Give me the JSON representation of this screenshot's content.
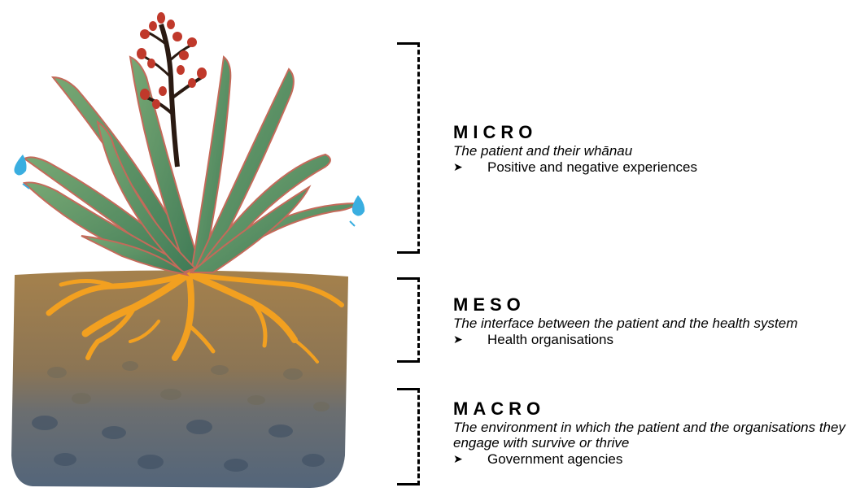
{
  "levels": [
    {
      "title": "MICRO",
      "description": "The patient and their whānau",
      "bullet": "Positive and negative experiences"
    },
    {
      "title": "MESO",
      "description": "The interface between the patient and the health system",
      "bullet": "Health organisations"
    },
    {
      "title": "MACRO",
      "description": "The environment in which the patient and the organisations they engage with survive or thrive",
      "bullet": "Government agencies"
    }
  ],
  "bullet_icon": "arrowhead-bullet-icon",
  "colors": {
    "soil_top": "#9b7a4a",
    "soil_bottom": "#55677a",
    "roots": "#f2a020",
    "leaves": "#5f9a68",
    "leaf_edges": "#c46a5a",
    "flowers": "#c0392b",
    "stalk": "#2a1a12",
    "water": "#3aaee0"
  }
}
